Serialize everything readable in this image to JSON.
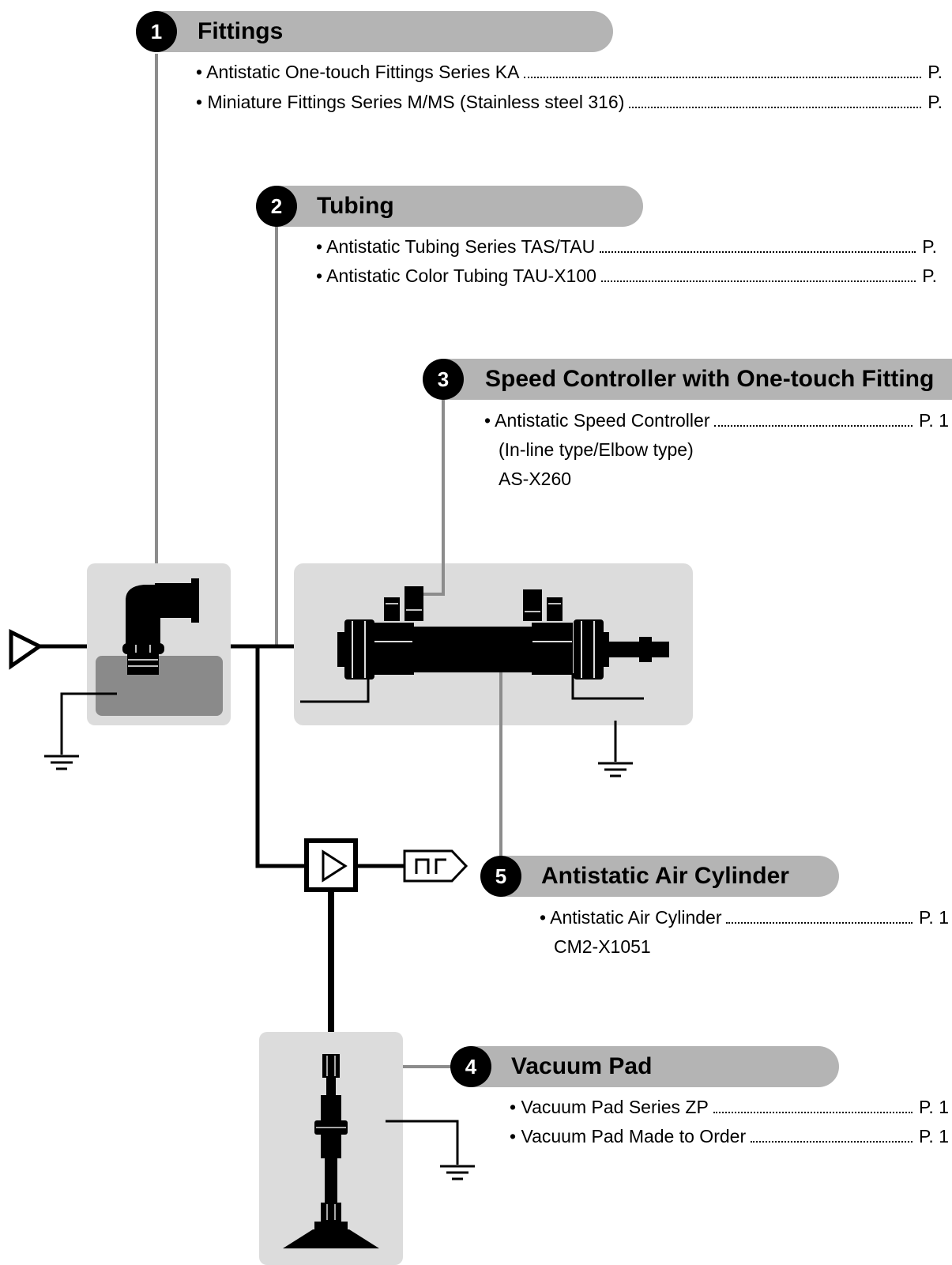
{
  "sections": {
    "fittings": {
      "number": "1",
      "title": "Fittings",
      "items": [
        {
          "label": "• Antistatic One-touch Fittings Series KA",
          "page": "P."
        },
        {
          "label": "• Miniature Fittings Series M/MS (Stainless steel 316)",
          "page": "P."
        }
      ]
    },
    "tubing": {
      "number": "2",
      "title": "Tubing",
      "items": [
        {
          "label": "• Antistatic Tubing Series TAS/TAU",
          "page": "P."
        },
        {
          "label": "• Antistatic Color Tubing TAU-X100",
          "page": "P."
        }
      ]
    },
    "speed_controller": {
      "number": "3",
      "title": "Speed Controller with One-touch Fitting",
      "items": [
        {
          "label": "• Antistatic Speed Controller",
          "page": "P. 1"
        }
      ],
      "extra_lines": [
        "(In-line type/Elbow type)",
        "AS-X260"
      ]
    },
    "vacuum_pad": {
      "number": "4",
      "title": "Vacuum Pad",
      "items": [
        {
          "label": "• Vacuum Pad Series ZP",
          "page": "P. 1"
        },
        {
          "label": "• Vacuum Pad Made to Order",
          "page": "P. 1"
        }
      ]
    },
    "air_cylinder": {
      "number": "5",
      "title": "Antistatic Air Cylinder",
      "items": [
        {
          "label": "• Antistatic Air Cylinder",
          "page": "P. 1"
        }
      ],
      "extra_lines": [
        "CM2-X1051"
      ]
    }
  },
  "colors": {
    "header_band": "#b4b4b4",
    "component_box": "#dcdcdc",
    "leader_line": "#8c8c8c",
    "pipe": "#000000"
  }
}
